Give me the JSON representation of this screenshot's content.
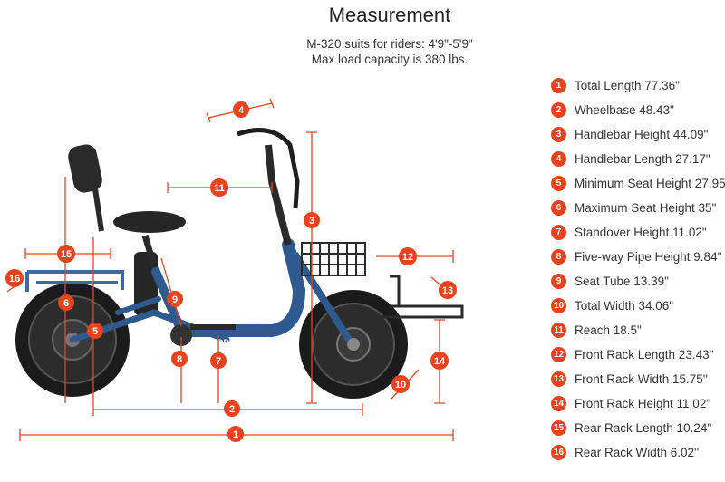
{
  "header": {
    "title": "Measurement",
    "line1": "M-320 suits for riders: 4'9\"-5'9\"",
    "line2": "Max load capacity is 380 lbs."
  },
  "brand_decal": "DDMOTOR",
  "colors": {
    "accent": "#e8431f",
    "frame": "#2f5a8f",
    "tire": "#1b1b1b"
  },
  "callouts": [
    "1",
    "2",
    "3",
    "4",
    "5",
    "6",
    "7",
    "8",
    "9",
    "10",
    "11",
    "12",
    "13",
    "14",
    "15",
    "16"
  ],
  "legend": [
    {
      "num": "1",
      "label": "Total Length 77.36\""
    },
    {
      "num": "2",
      "label": "Wheelbase 48.43\""
    },
    {
      "num": "3",
      "label": "Handlebar Height 44.09\""
    },
    {
      "num": "4",
      "label": "Handlebar Length 27.17\""
    },
    {
      "num": "5",
      "label": "Minimum Seat Height 27.95"
    },
    {
      "num": "6",
      "label": "Maximum Seat Height 35\""
    },
    {
      "num": "7",
      "label": "Standover Height 11.02\""
    },
    {
      "num": "8",
      "label": "Five-way Pipe Height 9.84\""
    },
    {
      "num": "9",
      "label": "Seat Tube 13.39\""
    },
    {
      "num": "10",
      "label": "Total Width 34.06\""
    },
    {
      "num": "11",
      "label": "Reach  18.5\""
    },
    {
      "num": "12",
      "label": "Front Rack Length 23.43''"
    },
    {
      "num": "13",
      "label": "Front Rack Width 15.75''"
    },
    {
      "num": "14",
      "label": "Front Rack Height 11.02''"
    },
    {
      "num": "15",
      "label": "Rear Rack Length 10.24''"
    },
    {
      "num": "16",
      "label": "Rear Rack Width 6.02''"
    }
  ]
}
